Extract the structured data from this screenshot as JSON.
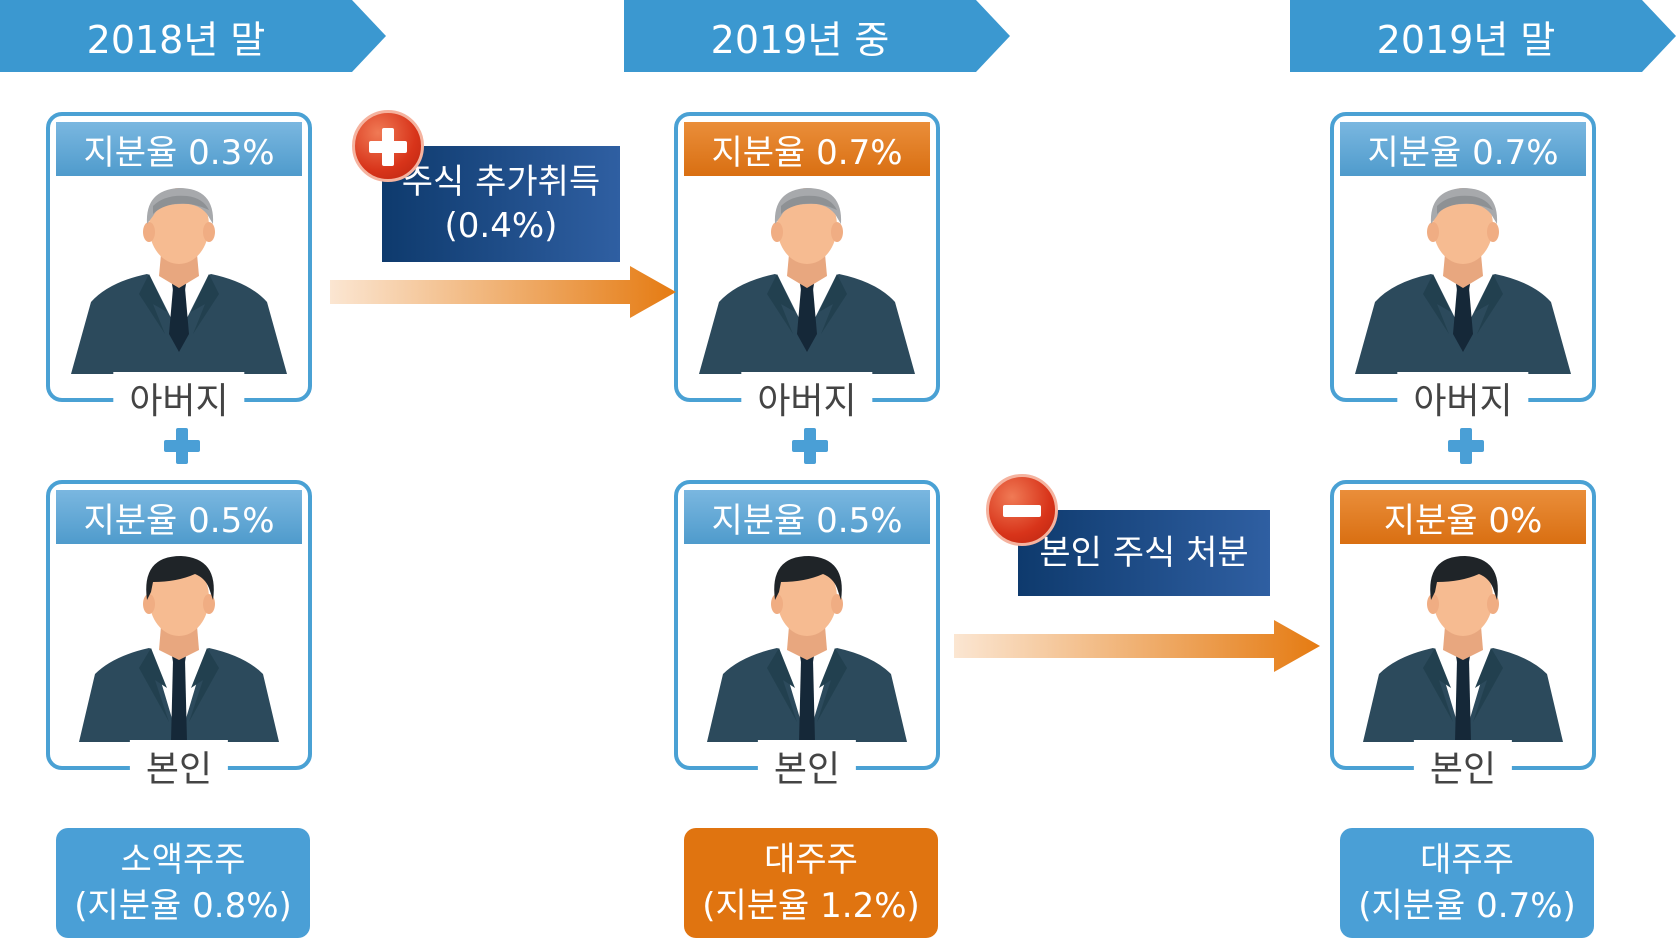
{
  "periods": [
    {
      "label": "2018년 말"
    },
    {
      "label": "2019년 중"
    },
    {
      "label": "2019년 말"
    }
  ],
  "columns": [
    {
      "father": {
        "share": "지분율 0.3%",
        "role": "아버지",
        "color": "blue"
      },
      "self": {
        "share": "지분율 0.5%",
        "role": "본인",
        "color": "blue"
      },
      "summary": {
        "line1": "소액주주",
        "line2": "(지분율 0.8%)",
        "color": "#4a9fd6"
      }
    },
    {
      "father": {
        "share": "지분율 0.7%",
        "role": "아버지",
        "color": "orange"
      },
      "self": {
        "share": "지분율 0.5%",
        "role": "본인",
        "color": "blue"
      },
      "summary": {
        "line1": "대주주",
        "line2": "(지분율 1.2%)",
        "color": "#e07410"
      }
    },
    {
      "father": {
        "share": "지분율 0.7%",
        "role": "아버지",
        "color": "blue"
      },
      "self": {
        "share": "지분율 0%",
        "role": "본인",
        "color": "orange"
      },
      "summary": {
        "line1": "대주주",
        "line2": "(지분율 0.7%)",
        "color": "#4a9fd6"
      }
    }
  ],
  "actions": {
    "acquire": {
      "line1": "주식 추가취득",
      "line2": "(0.4%)"
    },
    "dispose": {
      "line1": "본인 주식 처분"
    }
  },
  "colors": {
    "ribbon": "#3b98d0",
    "card_border": "#4aa1d4",
    "arrow_end": "#e57b12"
  }
}
